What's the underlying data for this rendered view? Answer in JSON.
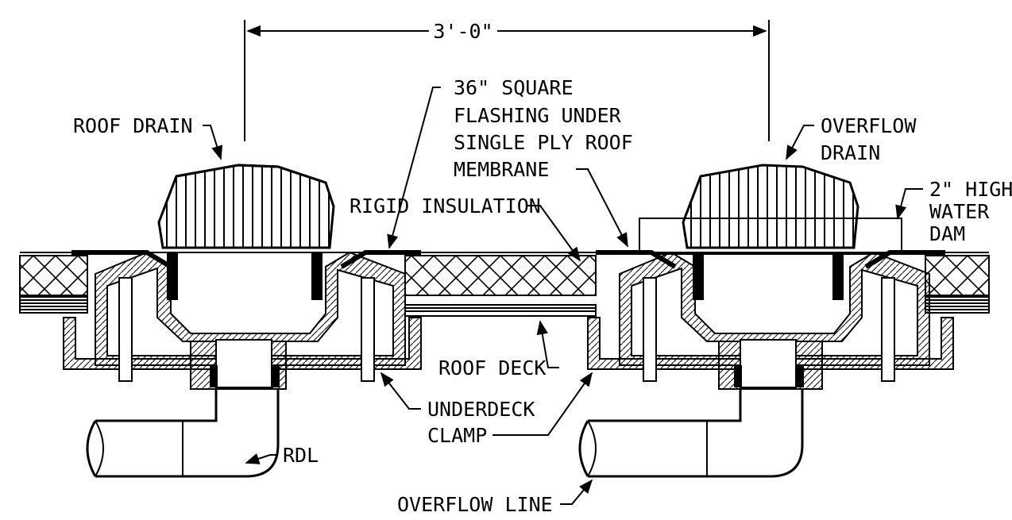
{
  "labels": {
    "dimension": "3'-0\"",
    "roof_drain": "ROOF DRAIN",
    "flashing_1": "36\" SQUARE",
    "flashing_2": "FLASHING UNDER",
    "flashing_3": "SINGLE PLY ROOF",
    "flashing_4": "MEMBRANE",
    "overflow_drain_1": "OVERFLOW",
    "overflow_drain_2": "DRAIN",
    "dam_1": "2\" HIGH",
    "dam_2": "WATER",
    "dam_3": "DAM",
    "rigid_insulation": "RIGID INSULATION",
    "roof_deck": "ROOF DECK",
    "underdeck_1": "UNDERDECK",
    "underdeck_2": "CLAMP",
    "rdl": "RDL",
    "overflow_line": "OVERFLOW LINE"
  },
  "colors": {
    "line": "#000000",
    "background": "#ffffff",
    "hatch": "#000000"
  }
}
